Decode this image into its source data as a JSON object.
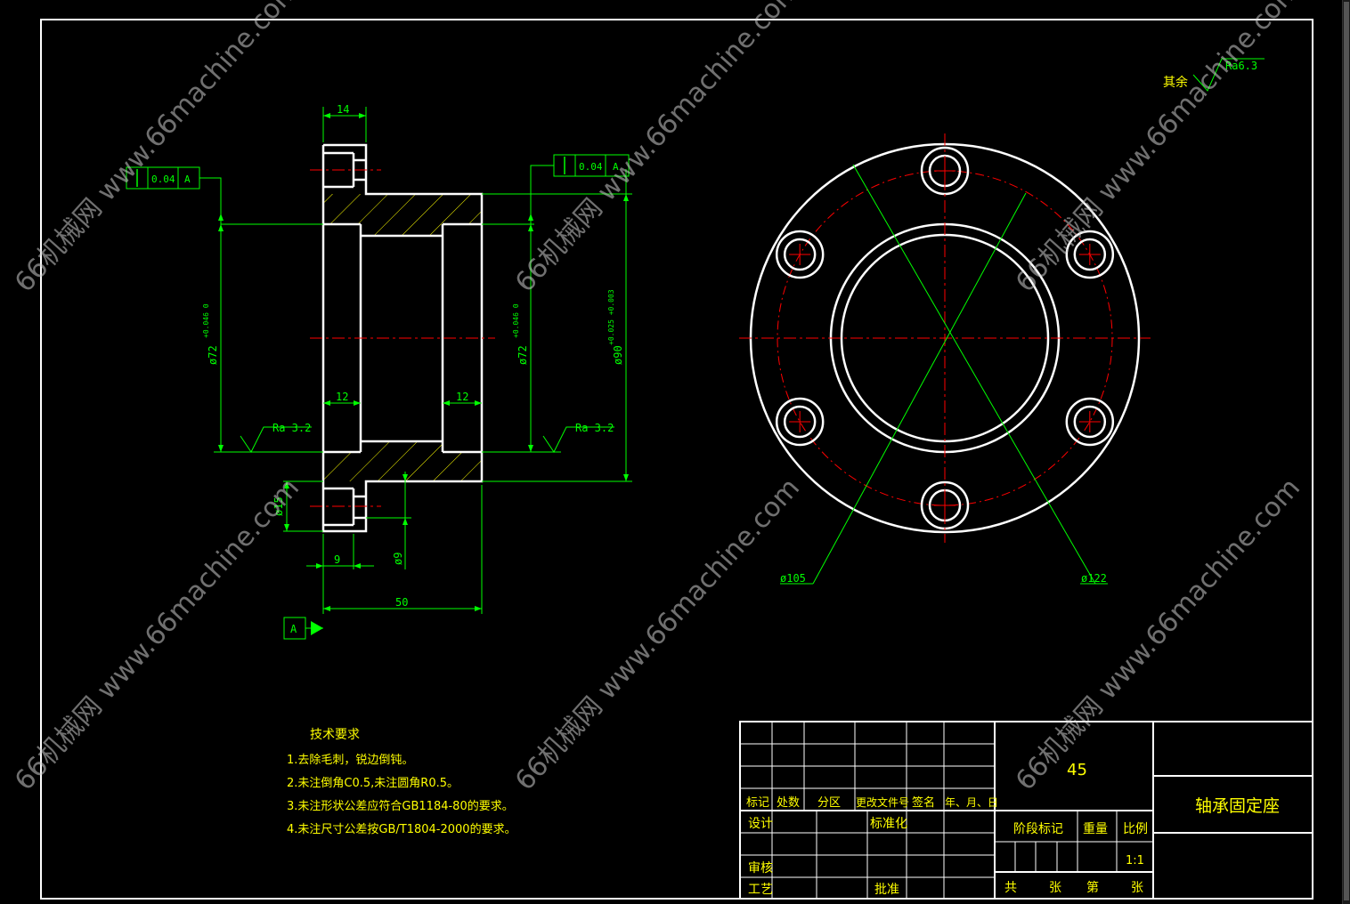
{
  "drawing": {
    "left_view": {
      "dim_top": "14",
      "dim_dia_bore": "ø72",
      "dim_dia_bore_tol": "+0.046 0",
      "dim_dia_bore_right": "ø72",
      "dim_dia_bore_right_tol": "+0.046 0",
      "dim_dia_outer": "ø90",
      "dim_dia_outer_tol": "+0.025 +0.003",
      "dim_inner_left": "12",
      "dim_inner_right": "12",
      "dim_hole_dia": "ø15",
      "dim_hole_small": "ø9",
      "dim_bottom_9": "9",
      "dim_length": "50",
      "roughness_left": "Ra 3.2",
      "roughness_right": "Ra 3.2",
      "tol_left_value": "0.04",
      "tol_left_datum": "A",
      "tol_right_value": "0.04",
      "tol_right_datum": "A",
      "datum_label": "A"
    },
    "right_view": {
      "dim_pcd": "ø105",
      "dim_outer": "ø122"
    },
    "general_roughness": {
      "label": "其余",
      "value": "Ra6.3"
    },
    "tech_requirements": {
      "title": "技术要求",
      "items": [
        "1.去除毛刺，锐边倒钝。",
        "2.未注倒角C0.5,未注圆角R0.5。",
        "3.未注形状公差应符合GB1184-80的要求。",
        "4.未注尺寸公差按GB/T1804-2000的要求。"
      ]
    },
    "title_block": {
      "material": "45",
      "part_name": "轴承固定座",
      "headers": [
        "标记",
        "处数",
        "分区",
        "更改文件号",
        "签名",
        "年、月、日"
      ],
      "design": "设计",
      "standardize": "标准化",
      "review": "审核",
      "process": "工艺",
      "approve": "批准",
      "stage_mark": "阶段标记",
      "weight": "重量",
      "scale_label": "比例",
      "scale_value": "1:1",
      "total": "共",
      "sheet1": "张",
      "page": "第",
      "sheet2": "张"
    },
    "watermark": "66机械网 www.66machine.com"
  },
  "colors": {
    "outline": "#ffffff",
    "dimension": "#00ff00",
    "text": "#ffff00",
    "centerline": "#ff0000",
    "hatch": "#ffff00",
    "background": "#000000"
  }
}
